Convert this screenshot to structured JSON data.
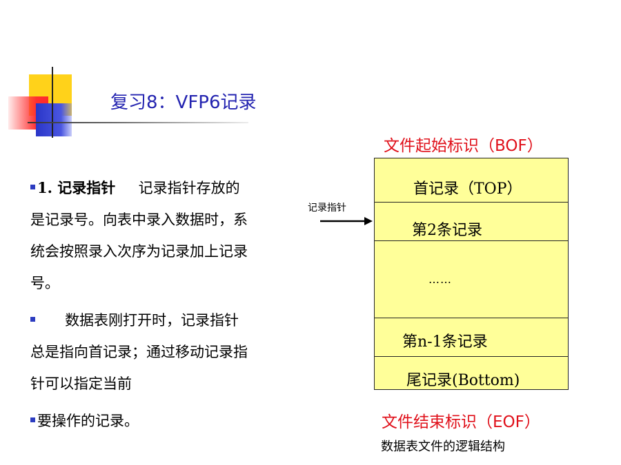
{
  "title": "复习8：VFP6记录",
  "labels": {
    "bof": "文件起始标识（BOF）",
    "eof": "文件结束标识（EOF）",
    "pointer": "记录指针",
    "caption": "数据表文件的逻辑结构"
  },
  "body": {
    "p1": {
      "lead": "1. 记录指针",
      "text": "记录指针存放的是记录号。向表中录入数据时，系统会按照录入次序为记录加上记录号。"
    },
    "p2": {
      "text": "数据表刚打开时，记录指针总是指向首记录；通过移动记录指针可以指定当前"
    },
    "p3": {
      "text": "要操作的记录。"
    }
  },
  "records": {
    "top": "首记录（TOP）",
    "second": "第2条记录",
    "ellipsis": "……",
    "n_minus_1": "第n-1条记录",
    "bottom": "尾记录(Bottom)"
  },
  "colors": {
    "title": "#2323b0",
    "marker": "#e0101a",
    "record_fill": "#ffff99"
  }
}
